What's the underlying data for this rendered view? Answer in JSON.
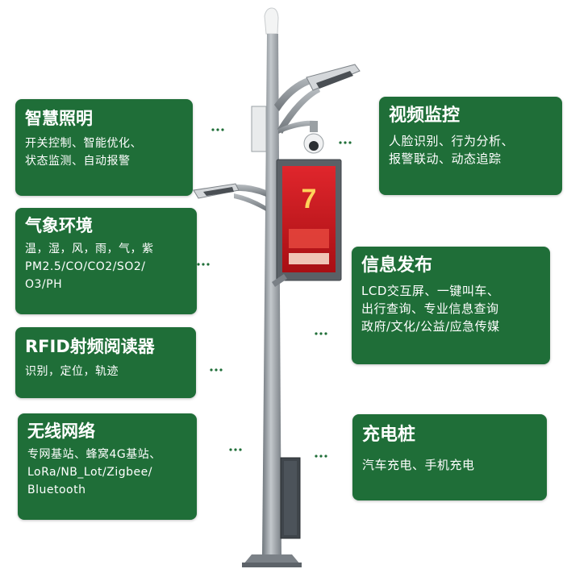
{
  "features": {
    "lighting": {
      "title": "智慧照明",
      "lines": [
        "开关控制、智能优化、",
        "状态监测、自动报警"
      ]
    },
    "weather": {
      "title": "气象环境",
      "lines": [
        "温，湿，风，雨，气，紫",
        "PM2.5/CO/CO2/SO2/",
        "O3/PH"
      ]
    },
    "rfid": {
      "title": "RFID射频阅读器",
      "lines": [
        "识别，定位，轨迹"
      ]
    },
    "wireless": {
      "title": "无线网络",
      "lines": [
        "专网基站、蜂窝4G基站、",
        "LoRa/NB_Lot/Zigbee/",
        "Bluetooth"
      ]
    },
    "video": {
      "title": "视频监控",
      "lines": [
        "人脸识别、行为分析、",
        "报警联动、动态追踪"
      ]
    },
    "info": {
      "title": "信息发布",
      "lines": [
        "LCD交互屏、一键叫车、",
        "出行查询、专业信息查询",
        "政府/文化/公益/应急传媒"
      ]
    },
    "charging": {
      "title": "充电桩",
      "lines": [
        "汽车充电、手机充电"
      ]
    }
  },
  "colors": {
    "card_bg": "#1f6e38",
    "card_text": "#ffffff",
    "pole": "#8a9096",
    "screen_red": "#c8161d",
    "dots": "#1f6e38"
  },
  "icons": {
    "pole": "smart-street-light-pole-illustration"
  }
}
